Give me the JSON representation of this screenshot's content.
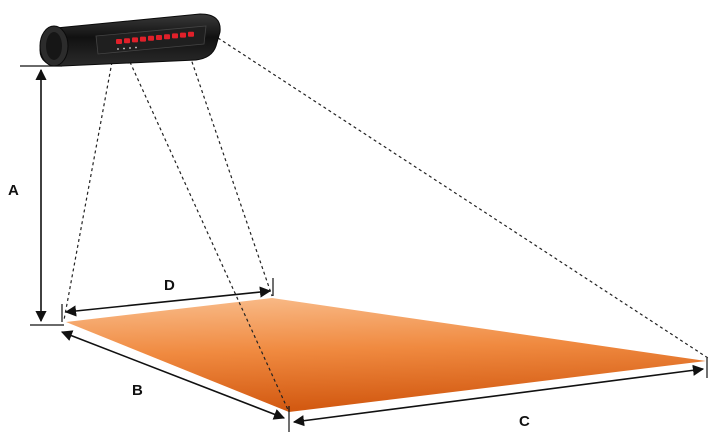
{
  "labels": {
    "a": "A",
    "b": "B",
    "c": "C",
    "d": "D"
  },
  "colors": {
    "surface_light": "#f7b27a",
    "surface_dark": "#d8631c",
    "heater_body": "#1a1a1a",
    "heater_element": "#e0202a",
    "line": "#111111"
  },
  "icons": {
    "heater": "infrared-heater-icon"
  }
}
